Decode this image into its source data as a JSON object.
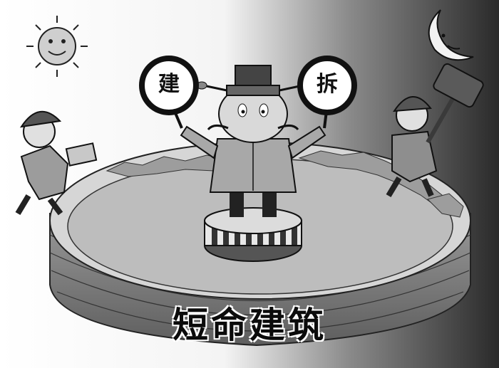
{
  "signs": {
    "left": "建",
    "right": "拆"
  },
  "caption": "短命建筑"
}
